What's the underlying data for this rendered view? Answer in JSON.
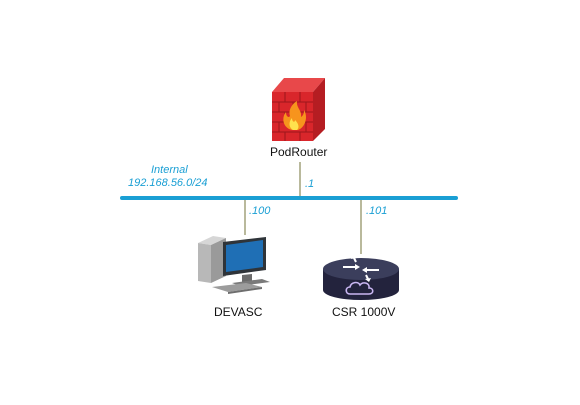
{
  "network": {
    "name": "Internal",
    "subnet": "192.168.56.0/24"
  },
  "devices": {
    "router": {
      "name": "PodRouter",
      "host": ".1",
      "icon": "firewall-icon"
    },
    "devasc": {
      "name": "DEVASC",
      "host": ".100",
      "icon": "workstation-icon"
    },
    "csr": {
      "name": "CSR 1000V",
      "host": ".101",
      "icon": "cloud-router-icon"
    }
  },
  "colors": {
    "network_line": "#1a9fd4",
    "link_line": "#8a8a5a",
    "firewall": "#d9262b"
  }
}
